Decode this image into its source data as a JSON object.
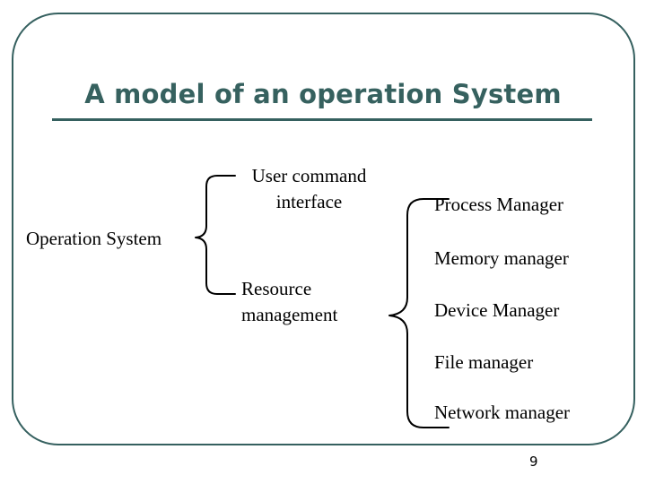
{
  "slide": {
    "title": "A model of an operation System",
    "page_number": "9",
    "accent_color": "#35605F",
    "text_color": "#000000",
    "background_color": "#ffffff"
  },
  "diagram": {
    "type": "brace-hierarchy",
    "root": {
      "label": "Operation System"
    },
    "level1": [
      {
        "label": "User command\ninterface"
      },
      {
        "label": "Resource\nmanagement"
      }
    ],
    "level2": [
      {
        "label": "Process Manager"
      },
      {
        "label": "Memory manager"
      },
      {
        "label": "Device Manager"
      },
      {
        "label": "File manager"
      },
      {
        "label": "Network manager"
      }
    ]
  }
}
